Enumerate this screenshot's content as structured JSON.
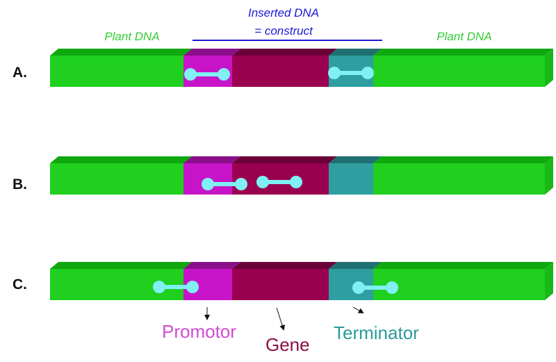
{
  "header": {
    "left_label": "Plant DNA",
    "right_label": "Plant DNA",
    "inserted_line1": "Inserted DNA",
    "inserted_line2": "= construct"
  },
  "rows": [
    {
      "label": "A.",
      "probes": [
        "promotor",
        "terminator"
      ]
    },
    {
      "label": "B.",
      "probes": [
        "promotor-gene-junction",
        "gene"
      ]
    },
    {
      "label": "C.",
      "probes": [
        "plant-promotor-junction",
        "terminator-plant-junction"
      ]
    }
  ],
  "legend": {
    "promotor": "Promotor",
    "gene": "Gene",
    "terminator": "Terminator"
  },
  "colors": {
    "plant": "#1fd01f",
    "plant_top": "#0fa80f",
    "promotor": "#c814c8",
    "promotor_top": "#8a0e8a",
    "gene": "#9a0050",
    "gene_top": "#6a0038",
    "terminator": "#2f9ea0",
    "terminator_top": "#1f7072",
    "probe": "#7ff0f4",
    "plant_label": "#33cc33",
    "inserted_label": "#1a1ad6",
    "promotor_label": "#d24ad2",
    "gene_label": "#8a1046",
    "terminator_label": "#2a9a9a"
  }
}
